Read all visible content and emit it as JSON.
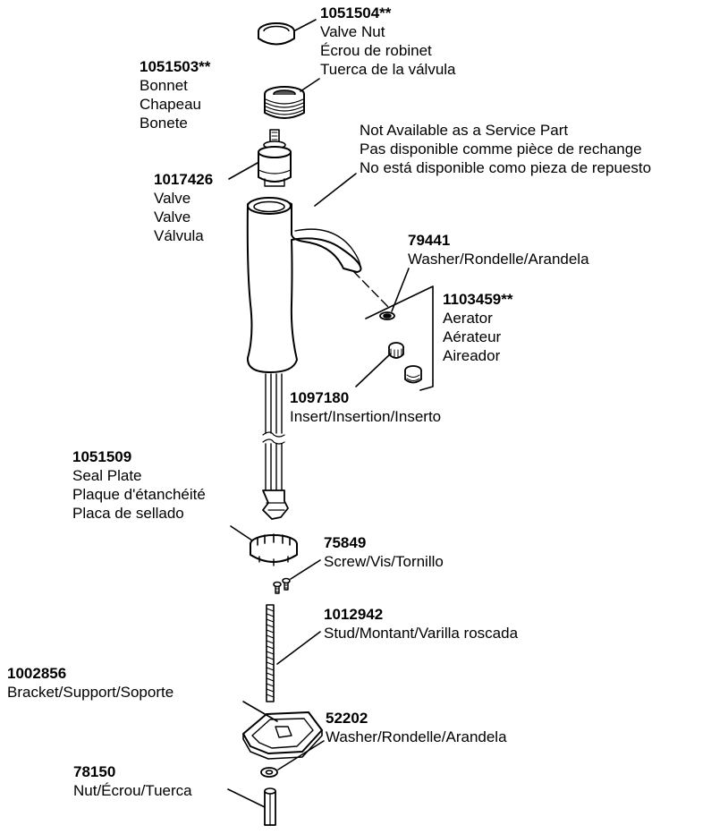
{
  "parts": [
    {
      "id": "valve-nut",
      "number": "1051504**",
      "lines": [
        "Valve Nut",
        "Écrou de robinet",
        "Tuerca de la válvula"
      ]
    },
    {
      "id": "bonnet",
      "number": "1051503**",
      "lines": [
        "Bonnet",
        "Chapeau",
        "Bonete"
      ]
    },
    {
      "id": "not-available",
      "number": "",
      "lines": [
        "Not Available as a Service Part",
        "Pas disponible comme pièce de rechange",
        "No está disponible como pieza de repuesto"
      ]
    },
    {
      "id": "valve",
      "number": "1017426",
      "lines": [
        "Valve",
        "Valve",
        "Válvula"
      ]
    },
    {
      "id": "washer-79441",
      "number": "79441",
      "lines": [
        "Washer/Rondelle/Arandela"
      ]
    },
    {
      "id": "aerator",
      "number": "1103459**",
      "lines": [
        "Aerator",
        "Aérateur",
        "Aireador"
      ]
    },
    {
      "id": "insert",
      "number": "1097180",
      "lines": [
        "Insert/Insertion/Inserto"
      ]
    },
    {
      "id": "seal-plate",
      "number": "1051509",
      "lines": [
        "Seal Plate",
        "Plaque d'étanchéité",
        "Placa de sellado"
      ]
    },
    {
      "id": "screw",
      "number": "75849",
      "lines": [
        "Screw/Vis/Tornillo"
      ]
    },
    {
      "id": "stud",
      "number": "1012942",
      "lines": [
        "Stud/Montant/Varilla roscada"
      ]
    },
    {
      "id": "bracket",
      "number": "1002856",
      "lines": [
        "Bracket/Support/Soporte"
      ]
    },
    {
      "id": "washer-52202",
      "number": "52202",
      "lines": [
        "Washer/Rondelle/Arandela"
      ]
    },
    {
      "id": "nut",
      "number": "78150",
      "lines": [
        "Nut/Écrou/Tuerca"
      ]
    }
  ]
}
